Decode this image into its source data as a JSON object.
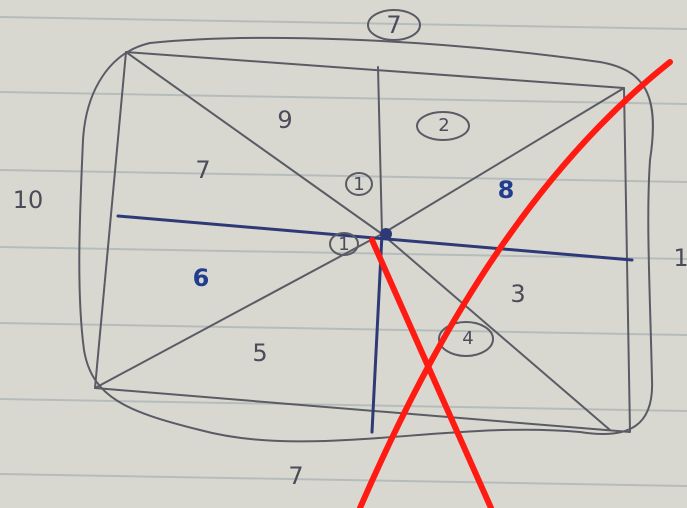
{
  "diagram": {
    "labels": {
      "top": "7",
      "left": "10",
      "bottom": "7",
      "right_fragment": "1",
      "upper_left_outer": "9",
      "upper_left_inner": "7",
      "upper_right_circle": "2",
      "right_middle": "8",
      "center_circle_upper": "1",
      "center_circle_lower": "1",
      "left_lower": "6",
      "lower_left": "5",
      "right_lower": "3",
      "lower_right_circle": "4"
    },
    "colors": {
      "pencil": "#5b5b66",
      "pen": "#2e3a78",
      "red_mark": "#ff1a12"
    }
  }
}
